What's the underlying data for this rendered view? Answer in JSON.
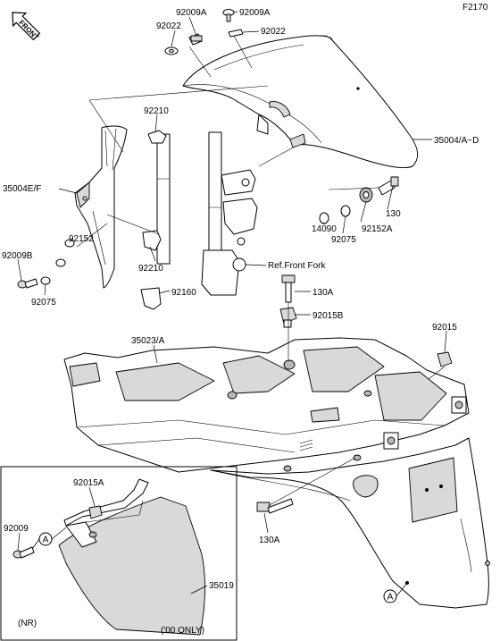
{
  "figure_code": "F2170",
  "front_marker": "FRONT",
  "labels": {
    "l_92009A_top": "92009A",
    "l_92009A_right": "92009A",
    "l_92022_left": "92022",
    "l_92022_right": "92022",
    "l_92210_top": "92210",
    "l_35004AD": "35004/A~D",
    "l_35004EF": "35004E/F",
    "l_130_right": "130",
    "l_92152A": "92152A",
    "l_92075_right": "92075",
    "l_14090": "14090",
    "l_92152": "92152",
    "l_92210_mid": "92210",
    "l_92009B": "92009B",
    "l_92075_left": "92075",
    "l_ref_front_fork": "Ref.Front Fork",
    "l_92160": "92160",
    "l_130A_top": "130A",
    "l_92015B": "92015B",
    "l_35023A": "35023/A",
    "l_92015": "92015",
    "l_92015A": "92015A",
    "l_92009": "92009",
    "l_130A_bottom": "130A",
    "l_35019": "35019",
    "l_nr": "(NR)",
    "l_00_only": "('00 ONLY)",
    "marker_a_inset": "A",
    "marker_a_fender": "A"
  }
}
